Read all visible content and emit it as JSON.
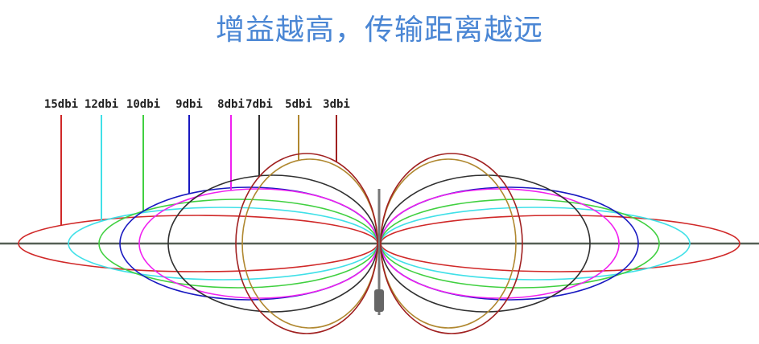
{
  "title": "增益越高，传输距离越远",
  "lobes": [
    {
      "label": "15dbi",
      "color": "#d02828"
    },
    {
      "label": "12dbi",
      "color": "#40e0e8"
    },
    {
      "label": "10dbi",
      "color": "#40d040"
    },
    {
      "label": "9dbi",
      "color": "#1818c0"
    },
    {
      "label": "8dbi",
      "color": "#f020f0"
    },
    {
      "label": "7dbi",
      "color": "#303030"
    },
    {
      "label": "5dbi",
      "color": "#b08830"
    },
    {
      "label": "3dbi",
      "color": "#a02020"
    }
  ],
  "axis_color": "#556055",
  "mast_color": "#777777"
}
